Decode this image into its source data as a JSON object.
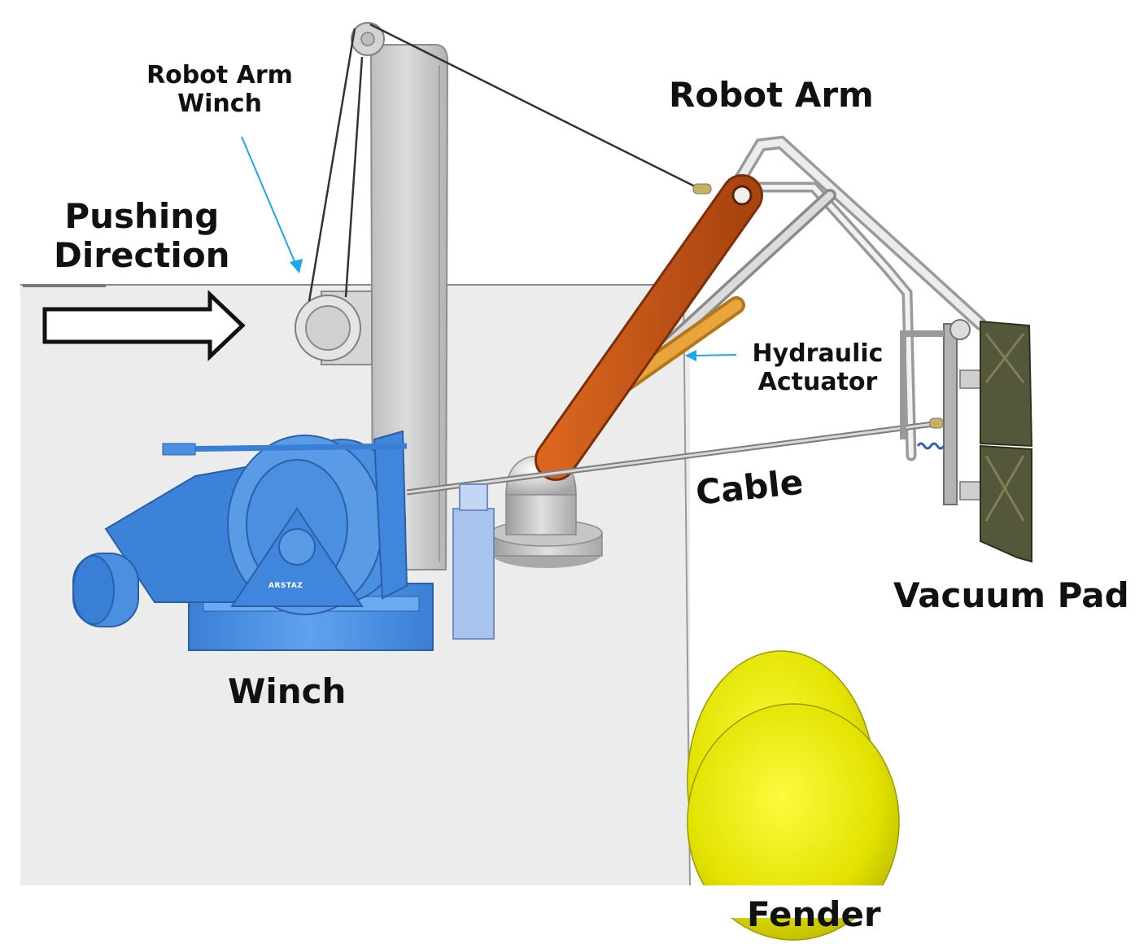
{
  "labels": {
    "robot_arm_winch_line1": "Robot Arm",
    "robot_arm_winch_line2": "Winch",
    "robot_arm": "Robot Arm",
    "pushing_direction_line1": "Pushing",
    "pushing_direction_line2": "Direction",
    "hydraulic_actuator_line1": "Hydraulic",
    "hydraulic_actuator_line2": "Actuator",
    "cable": "Cable",
    "vacuum_pad": "Vacuum Pad",
    "winch": "Winch",
    "fender": "Fender"
  },
  "winch_emblem": "ARSTAZ",
  "colors": {
    "hull": "#ececec",
    "winch": "#4a8fe0",
    "arm": "#c85418",
    "actuator": "#e2a23a",
    "fender": "#e6e600",
    "pad": "#55573a",
    "callout_arrow": "#1ea7e8"
  }
}
